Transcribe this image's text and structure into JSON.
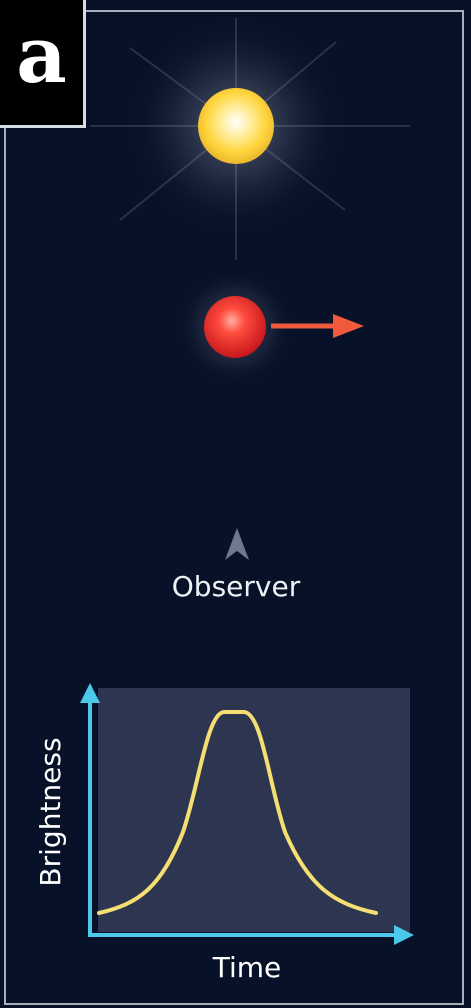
{
  "panel": {
    "label": "a"
  },
  "diagram": {
    "observer_label": "Observer",
    "graph": {
      "y_label": "Brightness",
      "x_label": "Time"
    }
  },
  "colors": {
    "background": "#071128",
    "graph_panel": "#2e3550",
    "axis": "#4cc8ea",
    "curve": "#f5df73",
    "lens_star": "#ff3d3a",
    "source_star": "#ffd53c",
    "arrow": "#ef5a3d"
  }
}
